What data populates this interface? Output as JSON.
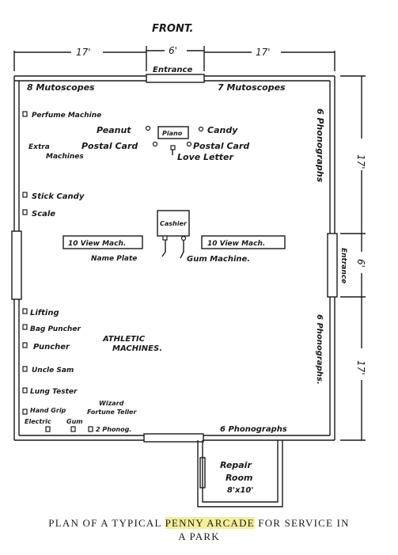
{
  "front_label": "FRONT.",
  "dimensions": {
    "top_left": "17'",
    "top_middle": "6'",
    "top_right": "17'",
    "right_top": "17'",
    "right_middle": "6'",
    "right_bottom": "17'"
  },
  "entrances": {
    "front": "Entrance",
    "side": "Entrance"
  },
  "labels": {
    "mutoscopes_left": "8 Mutoscopes",
    "mutoscopes_right": "7 Mutoscopes",
    "perfume_machine": "Perfume Machine",
    "peanut": "Peanut",
    "piano": "Piano",
    "candy": "Candy",
    "extra_machines_1": "Extra",
    "extra_machines_2": "Machines",
    "postal_card_left": "Postal Card",
    "postal_card_right": "Postal Card",
    "love_letter": "Love Letter",
    "phonographs_right_top": "6 Phonographs",
    "stick_candy": "Stick Candy",
    "scale": "Scale",
    "cashier": "Cashier",
    "view_mach_left": "10 View Mach.",
    "view_mach_right": "10 View Mach.",
    "name_plate": "Name Plate",
    "gum_machine": "Gum Machine.",
    "phonographs_right_bottom": "6 Phonographs.",
    "lifting": "Lifting",
    "bag_puncher": "Bag Puncher",
    "puncher": "Puncher",
    "athletic_1": "ATHLETIC",
    "athletic_2": "MACHINES.",
    "uncle_sam": "Uncle Sam",
    "lung_tester": "Lung Tester",
    "hand_grip": "Hand Grip",
    "electric": "Electric",
    "gum": "Gum",
    "wizard_1": "Wizard",
    "wizard_2": "Fortune Teller",
    "two_phonog": "2 Phonog.",
    "phonographs_bottom": "6 Phonographs",
    "repair_1": "Repair",
    "repair_2": "Room",
    "repair_3": "8'x10'"
  },
  "caption": {
    "before": "PLAN OF A TYPICAL ",
    "highlight": "PENNY ARCADE",
    "after": " FOR SERVICE IN",
    "line2": "A PARK"
  },
  "colors": {
    "ink": "#1a1a1a",
    "highlight": "#f3ef9a"
  }
}
